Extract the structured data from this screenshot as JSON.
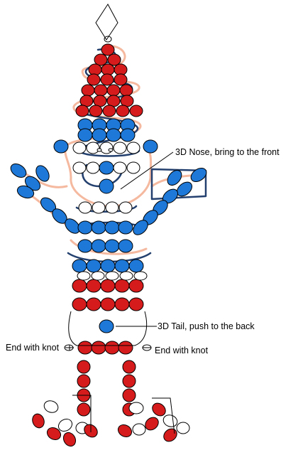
{
  "labels": {
    "nose": "3D Nose, bring to the front",
    "tail": "3D Tail, push to the back",
    "end_left": "End with knot",
    "end_right": "End with knot"
  },
  "colors": {
    "red": "#d51b1b",
    "blue": "#1e78d8",
    "white": "#ffffff",
    "outline": "#000000",
    "thread_pink": "#f5b9a0",
    "thread_navy": "#23406e"
  },
  "parts": {
    "hanging_loop": "white",
    "hat": "red",
    "hat_band": "blue",
    "ear_beads": "blue",
    "face": "white",
    "nose": "blue",
    "beard": "white",
    "arms": "blue",
    "body_top": "blue",
    "body_bottom": "red",
    "belly": "white",
    "tail": "blue",
    "legs": "red",
    "boots": "red and white",
    "knots": "end-of-thread"
  }
}
